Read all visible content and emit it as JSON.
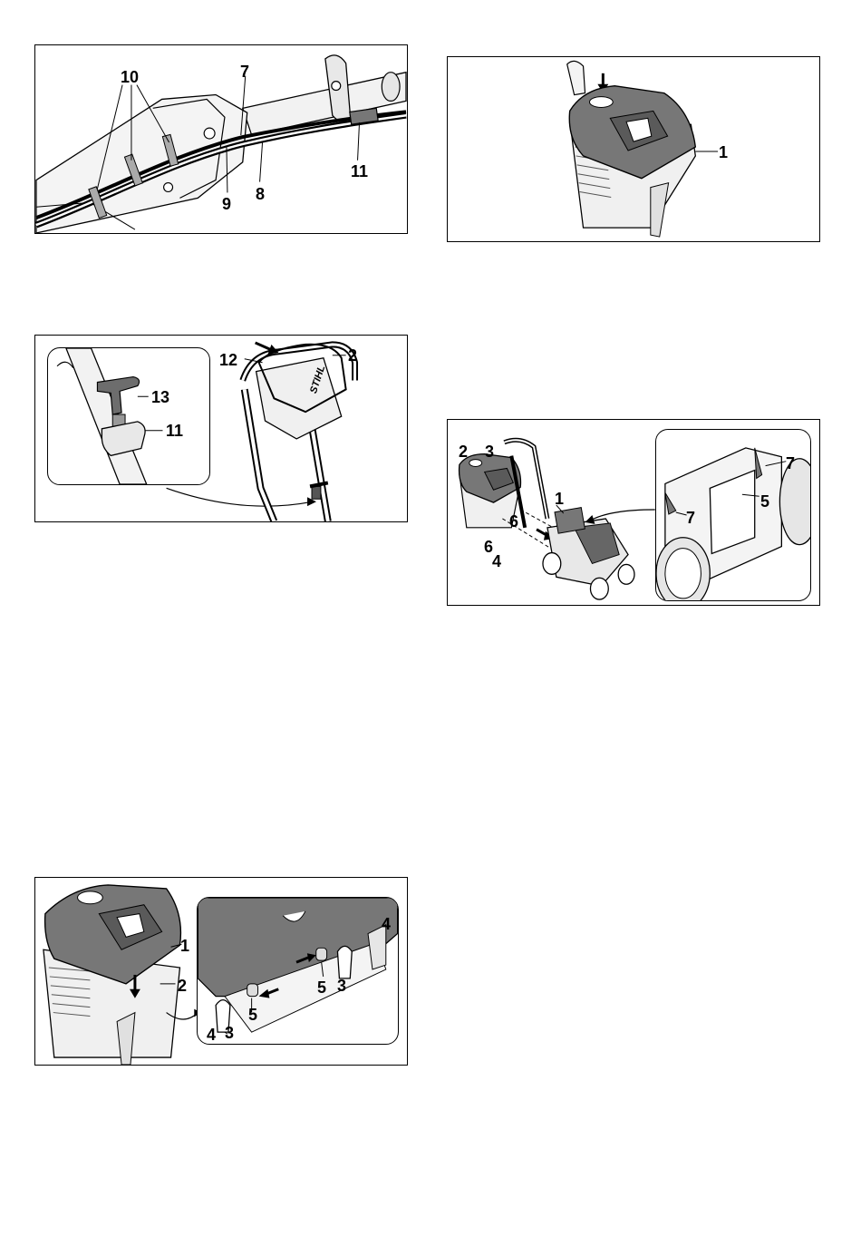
{
  "fig_cables": {
    "callouts": [
      "10",
      "7",
      "11",
      "9",
      "8"
    ]
  },
  "fig_handle": {
    "callouts": [
      "12",
      "2",
      "13",
      "11"
    ],
    "logo_text": "STIHL"
  },
  "fig_cover": {
    "callouts": [
      "1",
      "2",
      "4",
      "3",
      "5",
      "5",
      "3",
      "4"
    ]
  },
  "fig_press": {
    "callouts": [
      "1"
    ]
  },
  "fig_attach": {
    "callouts": [
      "2",
      "3",
      "1",
      "6",
      "6",
      "4",
      "7",
      "5",
      "7"
    ]
  }
}
